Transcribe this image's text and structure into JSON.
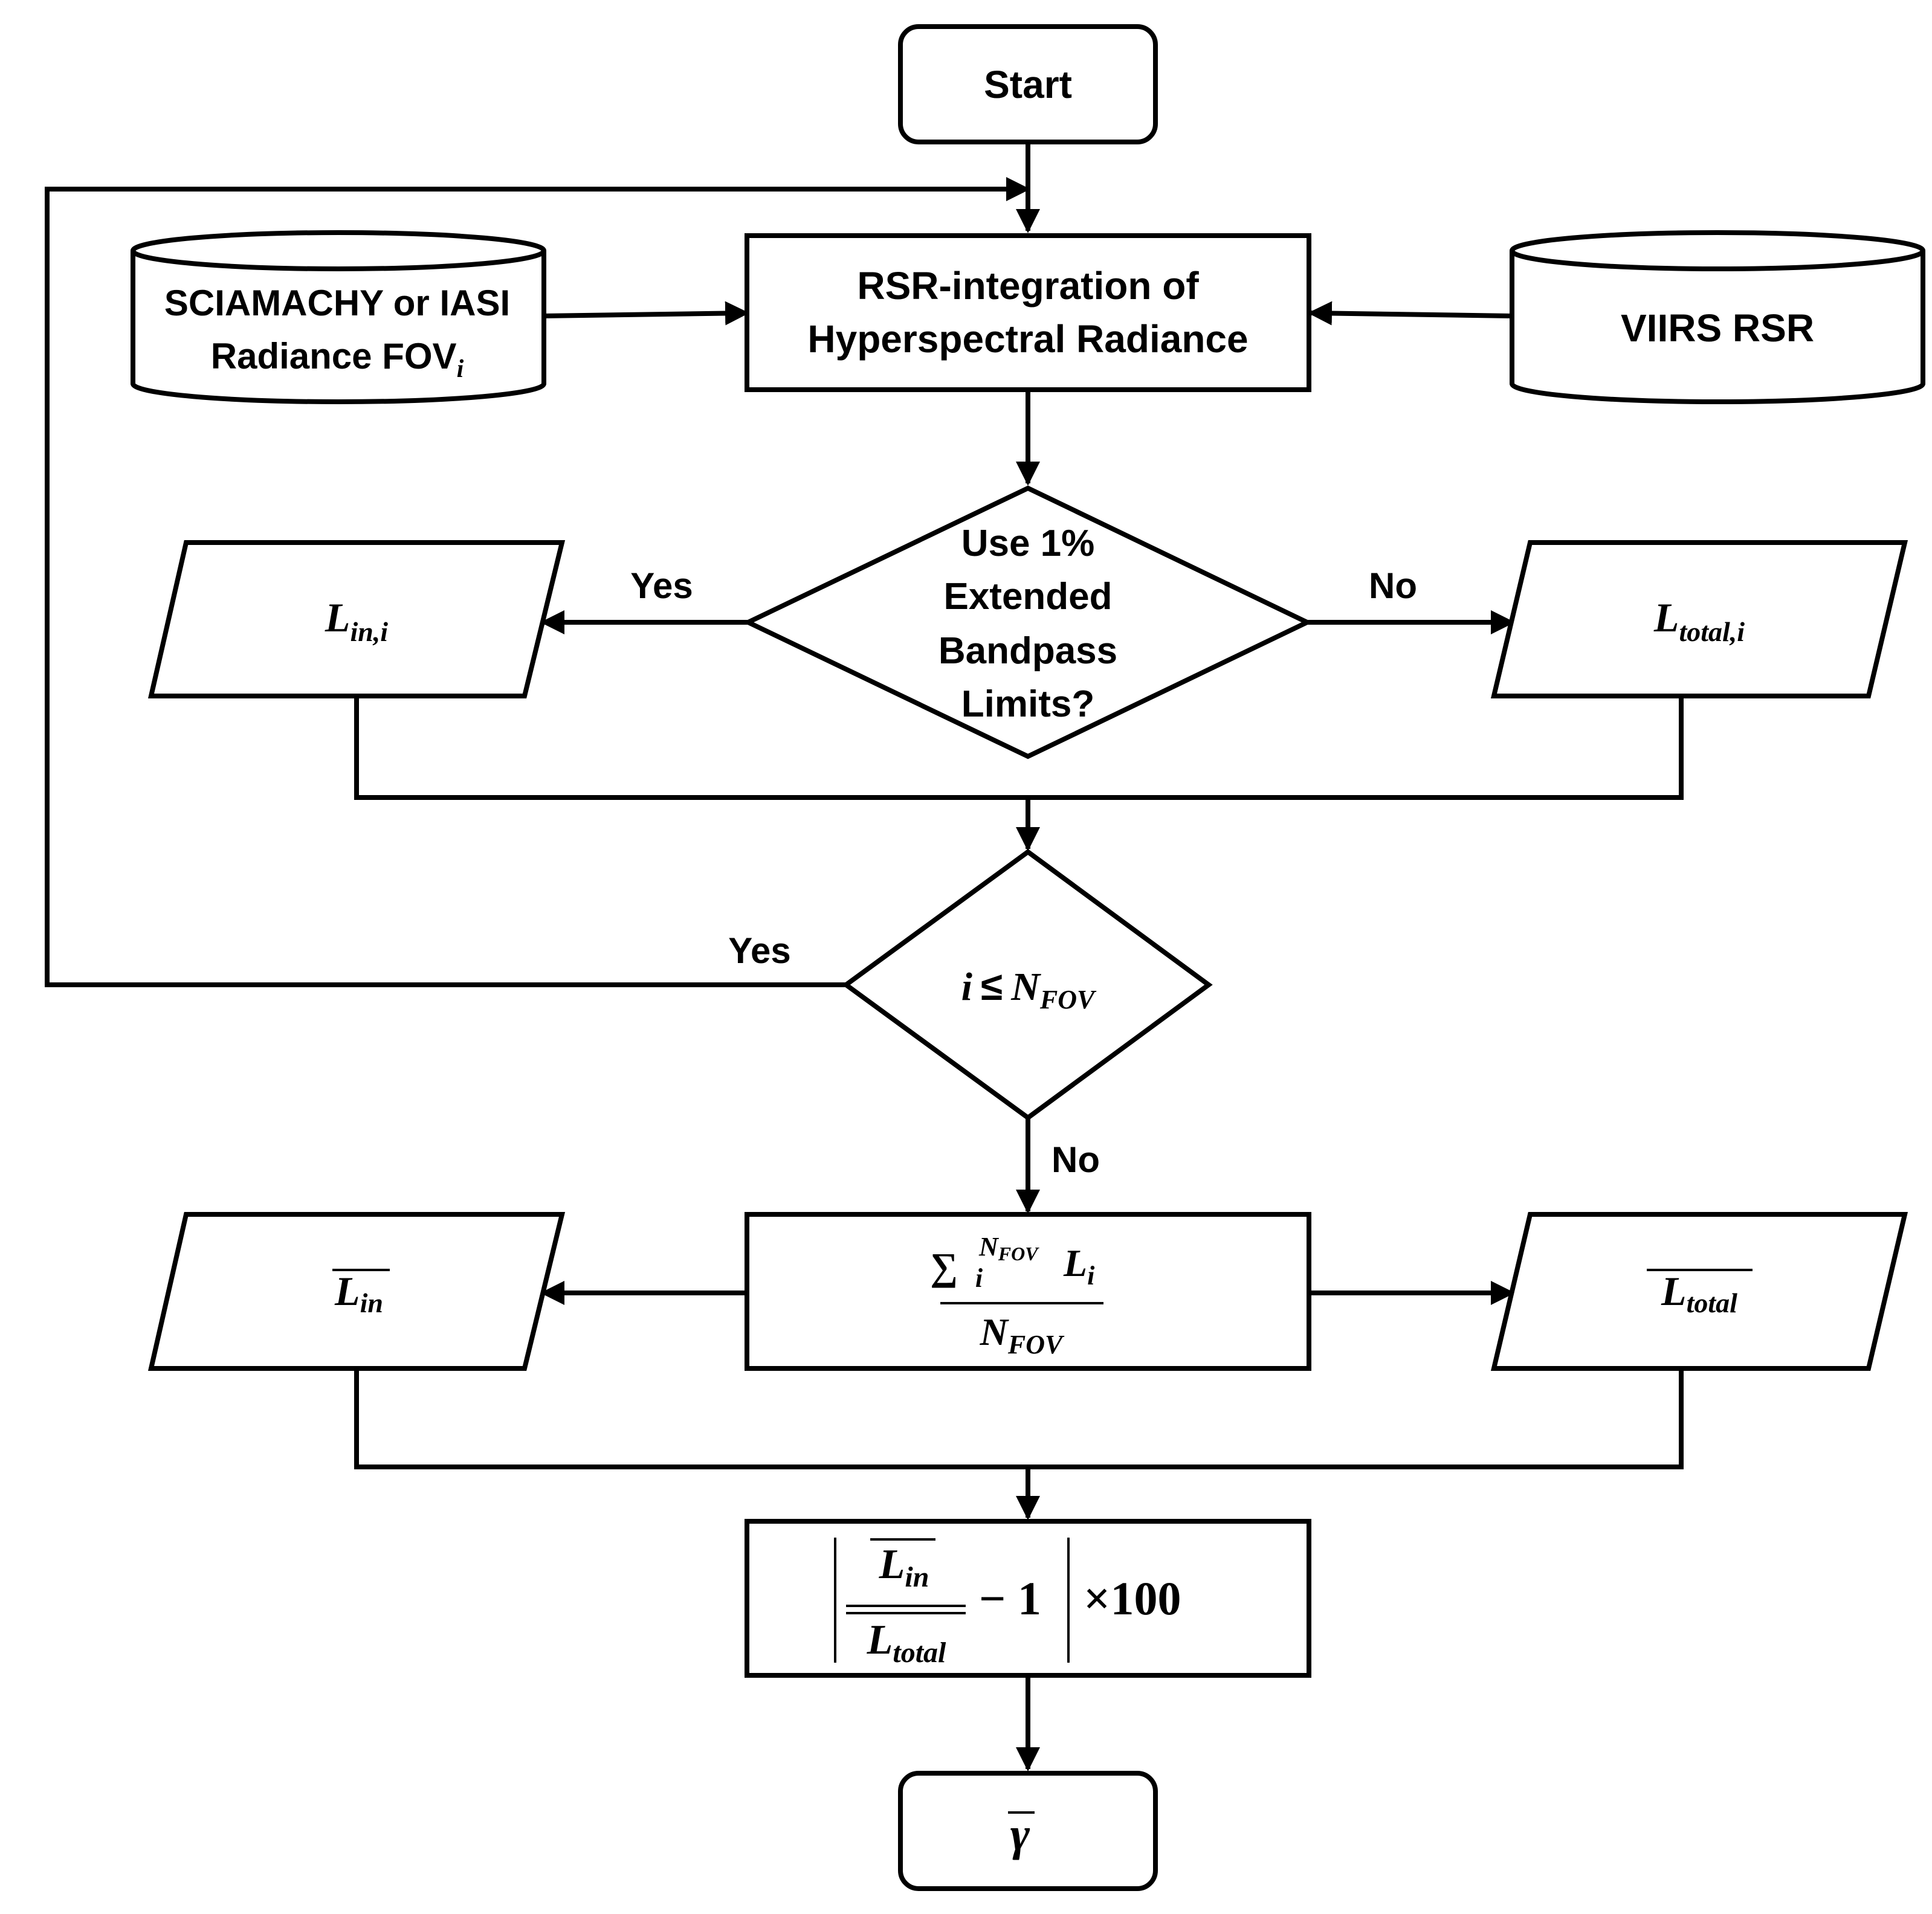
{
  "start": "Start",
  "sensor_db": {
    "line1": "SCIAMACHY or IASI",
    "line2": "Radiance FOV",
    "sub": "i"
  },
  "rsr_db": "VIIRS RSR",
  "integration": {
    "line1": "RSR-integration of",
    "line2": "Hyperspectral Radiance"
  },
  "decision_bandpass": {
    "line1": "Use 1%",
    "line2": "Extended",
    "line3": "Bandpass",
    "line4": "Limits?"
  },
  "yes_label": "Yes",
  "no_label": "No",
  "l_in_i": {
    "base": "L",
    "sub": "in,i"
  },
  "l_total_i": {
    "base": "L",
    "sub": "total,i"
  },
  "decision_fov": {
    "var": "i",
    "op": "≤",
    "base": "N",
    "sub": "FOV"
  },
  "average": {
    "sigma": "∑",
    "lower": "i",
    "upper_base": "N",
    "upper_sub": "FOV",
    "term_base": "L",
    "term_sub": "i",
    "den_base": "N",
    "den_sub": "FOV"
  },
  "mean_l_in": {
    "base": "L",
    "sub": "in"
  },
  "mean_l_total": {
    "base": "L",
    "sub": "total"
  },
  "ratio": {
    "num_base": "L",
    "num_sub": "in",
    "den_base": "L",
    "den_sub": "total",
    "minus": "− 1",
    "times": "×100"
  },
  "end": "γ"
}
